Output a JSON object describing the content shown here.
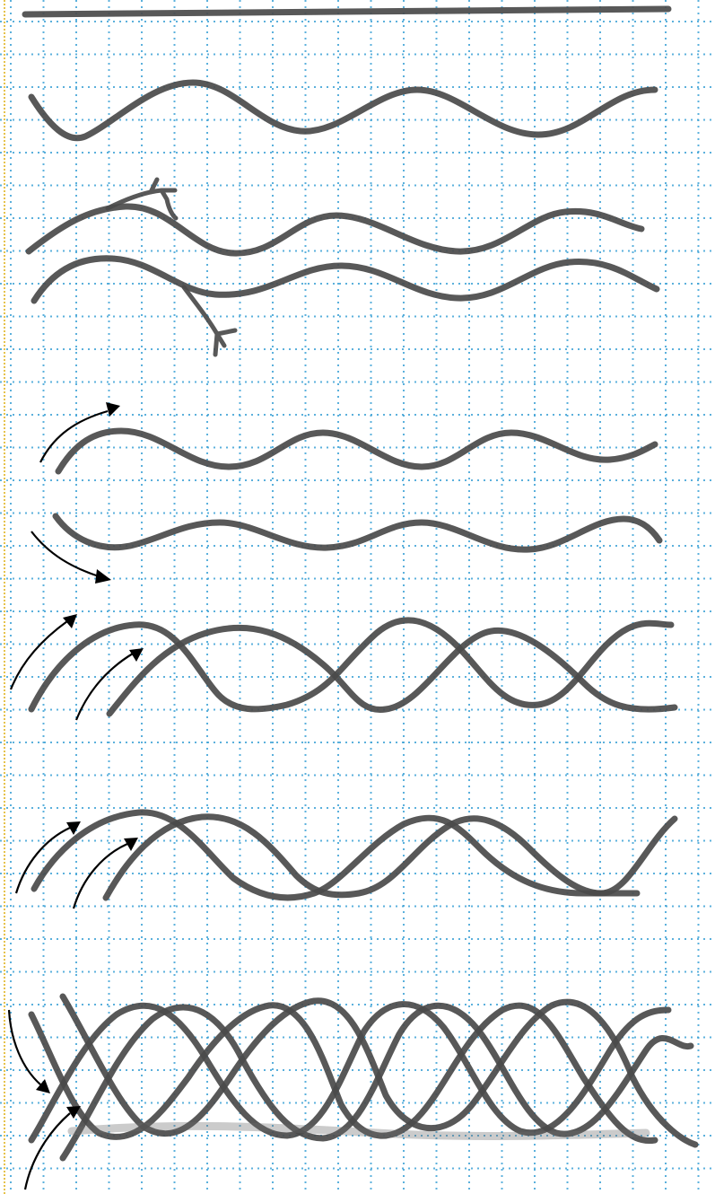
{
  "colors": {
    "paper": "#ffffff",
    "grid": "#3fa3d6",
    "margin": "#e6c24c",
    "pencil": "#4a4a4a",
    "arrow": "#000000"
  },
  "figures": [
    {
      "id": "straight-line"
    },
    {
      "id": "single-wave"
    },
    {
      "id": "two-waves-with-branches"
    },
    {
      "id": "two-waves-opposite-arrows"
    },
    {
      "id": "two-crossing-waves"
    },
    {
      "id": "two-crossing-waves-offset"
    },
    {
      "id": "braided-waves"
    }
  ]
}
